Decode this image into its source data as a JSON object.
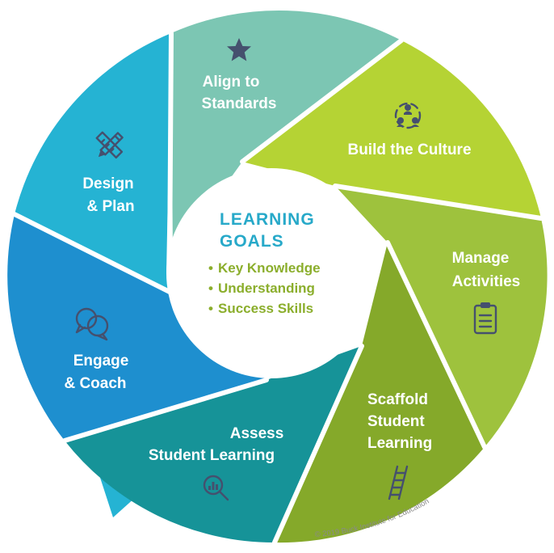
{
  "center": {
    "title_line1": "LEARNING",
    "title_line2": "GOALS",
    "items": [
      "Key Knowledge",
      "Understanding",
      "Success Skills"
    ],
    "bullet": "•"
  },
  "segments": [
    {
      "id": "align",
      "lines": [
        "Align to",
        "Standards"
      ],
      "color": "#7cc6b3",
      "icon": "star-icon"
    },
    {
      "id": "culture",
      "lines": [
        "Build the Culture"
      ],
      "color": "#b5d334",
      "icon": "people-network-icon"
    },
    {
      "id": "manage",
      "lines": [
        "Manage",
        "Activities"
      ],
      "color": "#9ec23d",
      "icon": "clipboard-icon"
    },
    {
      "id": "scaffold",
      "lines": [
        "Scaffold",
        "Student",
        "Learning"
      ],
      "color": "#85a92a",
      "icon": "ladder-icon"
    },
    {
      "id": "assess",
      "lines": [
        "Assess",
        "Student Learning"
      ],
      "color": "#169398",
      "icon": "magnifier-chart-icon"
    },
    {
      "id": "engage",
      "lines": [
        "Engage",
        "& Coach"
      ],
      "color": "#1e8fcf",
      "icon": "speech-bubbles-icon"
    },
    {
      "id": "design",
      "lines": [
        "Design",
        "& Plan"
      ],
      "color": "#25b3d3",
      "icon": "pencil-ruler-icon"
    }
  ],
  "copyright": "© 2019 Buck Institute for Education"
}
